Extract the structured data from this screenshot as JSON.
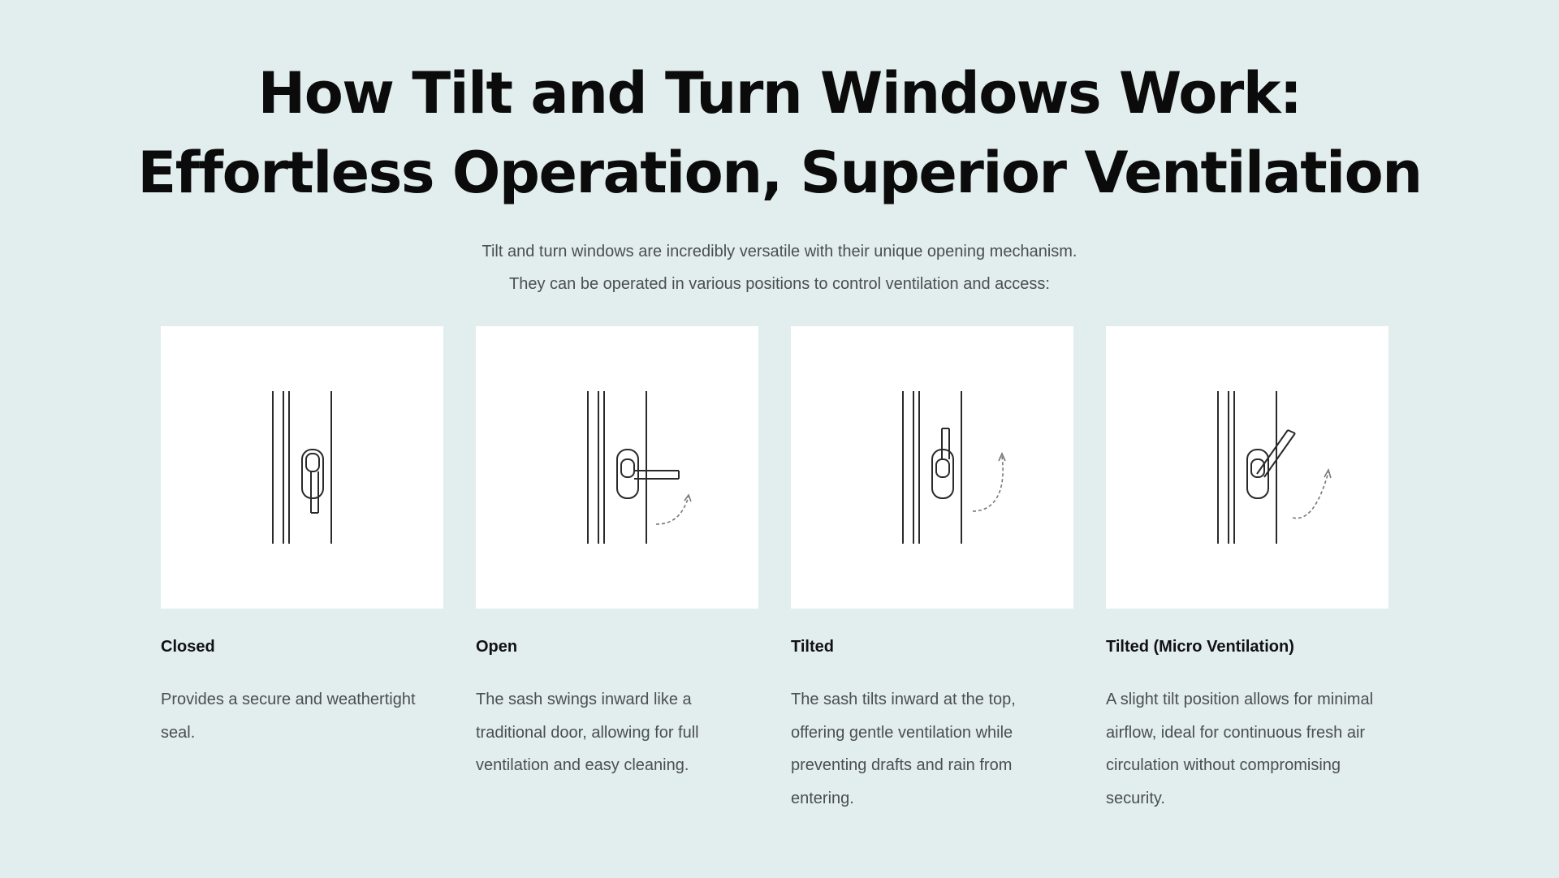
{
  "header": {
    "title_line1": "How Tilt and Turn Windows Work:",
    "title_line2": "Effortless Operation, Superior Ventilation"
  },
  "intro": {
    "line1": "Tilt and turn windows are incredibly versatile with their unique opening mechanism.",
    "line2": "They can be operated in various positions to control ventilation and access:"
  },
  "cards": [
    {
      "icon": "window-handle-closed-icon",
      "title": "Closed",
      "description": "Provides a secure and weathertight seal."
    },
    {
      "icon": "window-handle-open-icon",
      "title": "Open",
      "description": "The sash swings inward like a traditional door, allowing for full ventilation and easy cleaning."
    },
    {
      "icon": "window-handle-tilted-icon",
      "title": "Tilted",
      "description": "The sash tilts inward at the top, offering gentle ventilation while preventing drafts and rain from entering."
    },
    {
      "icon": "window-handle-micro-ventilation-icon",
      "title": "Tilted (Micro Ventilation)",
      "description": "A slight tilt position allows for minimal airflow, ideal for continuous fresh air circulation without compromising security."
    }
  ],
  "colors": {
    "background": "#e2eded",
    "card_background": "#ffffff",
    "heading": "#0b0b0b",
    "body_text": "#4a4f52"
  }
}
